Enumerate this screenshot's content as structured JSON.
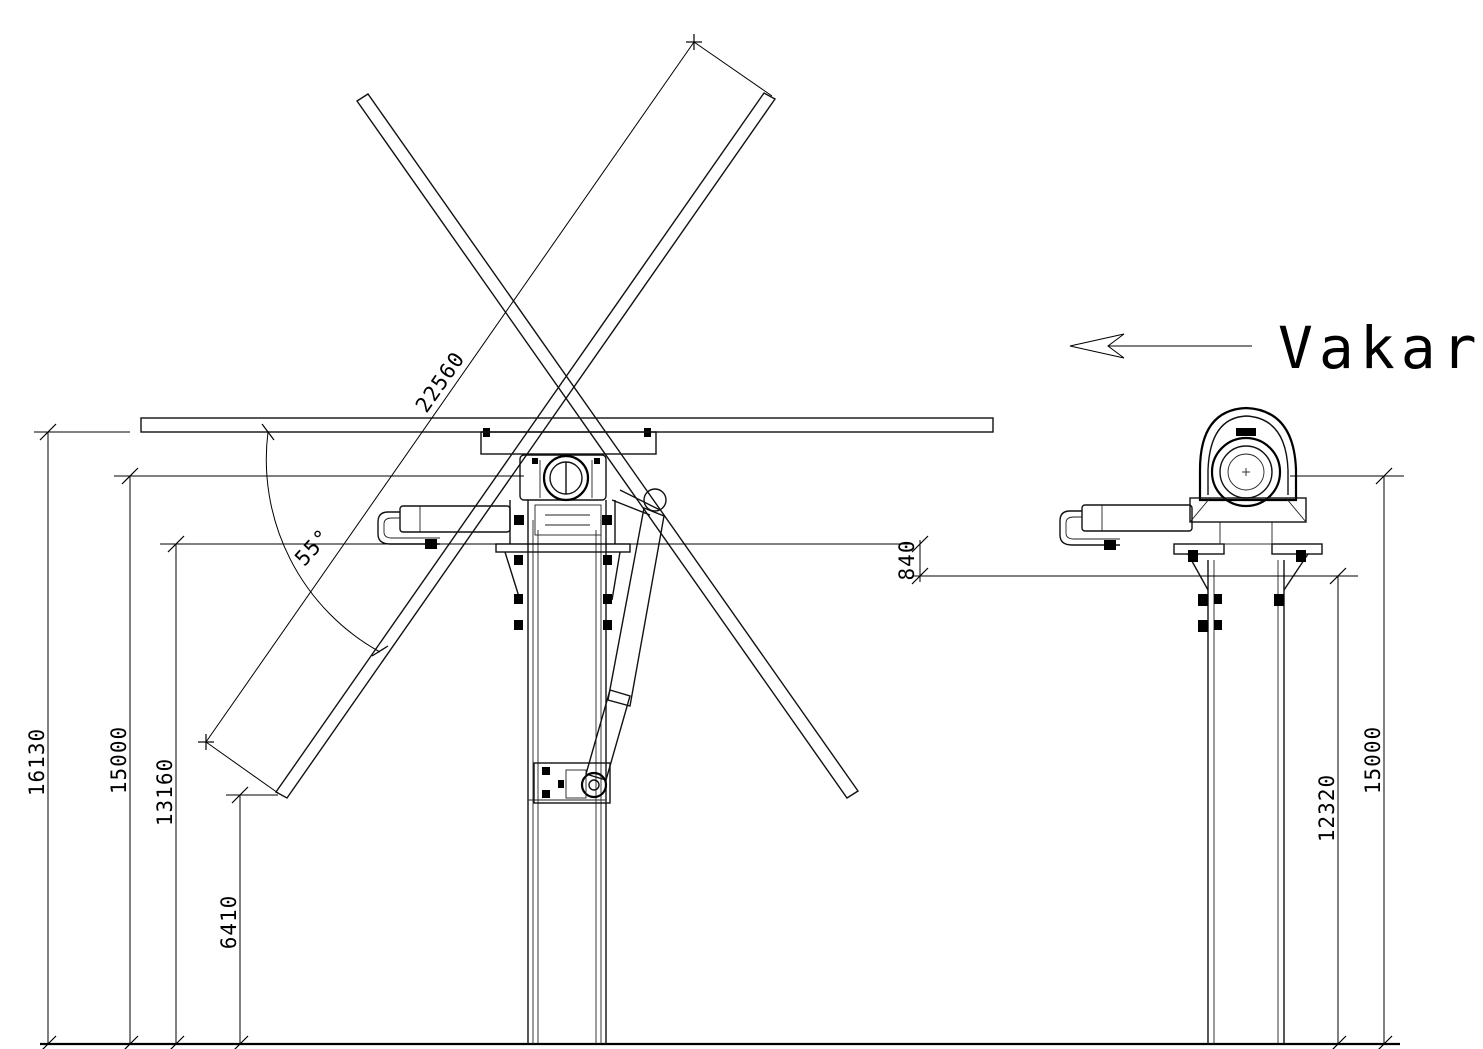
{
  "labels": {
    "direction": "Vakarai"
  },
  "dimensions": {
    "total_height": "16130",
    "mast_height_left": "15000",
    "axis_height_left": "13160",
    "min_clearance": "6410",
    "panel_diagonal": "22560",
    "tilt_angle": "55°",
    "offset": "840",
    "axis_height_right": "12320",
    "mast_height_right": "15000"
  }
}
